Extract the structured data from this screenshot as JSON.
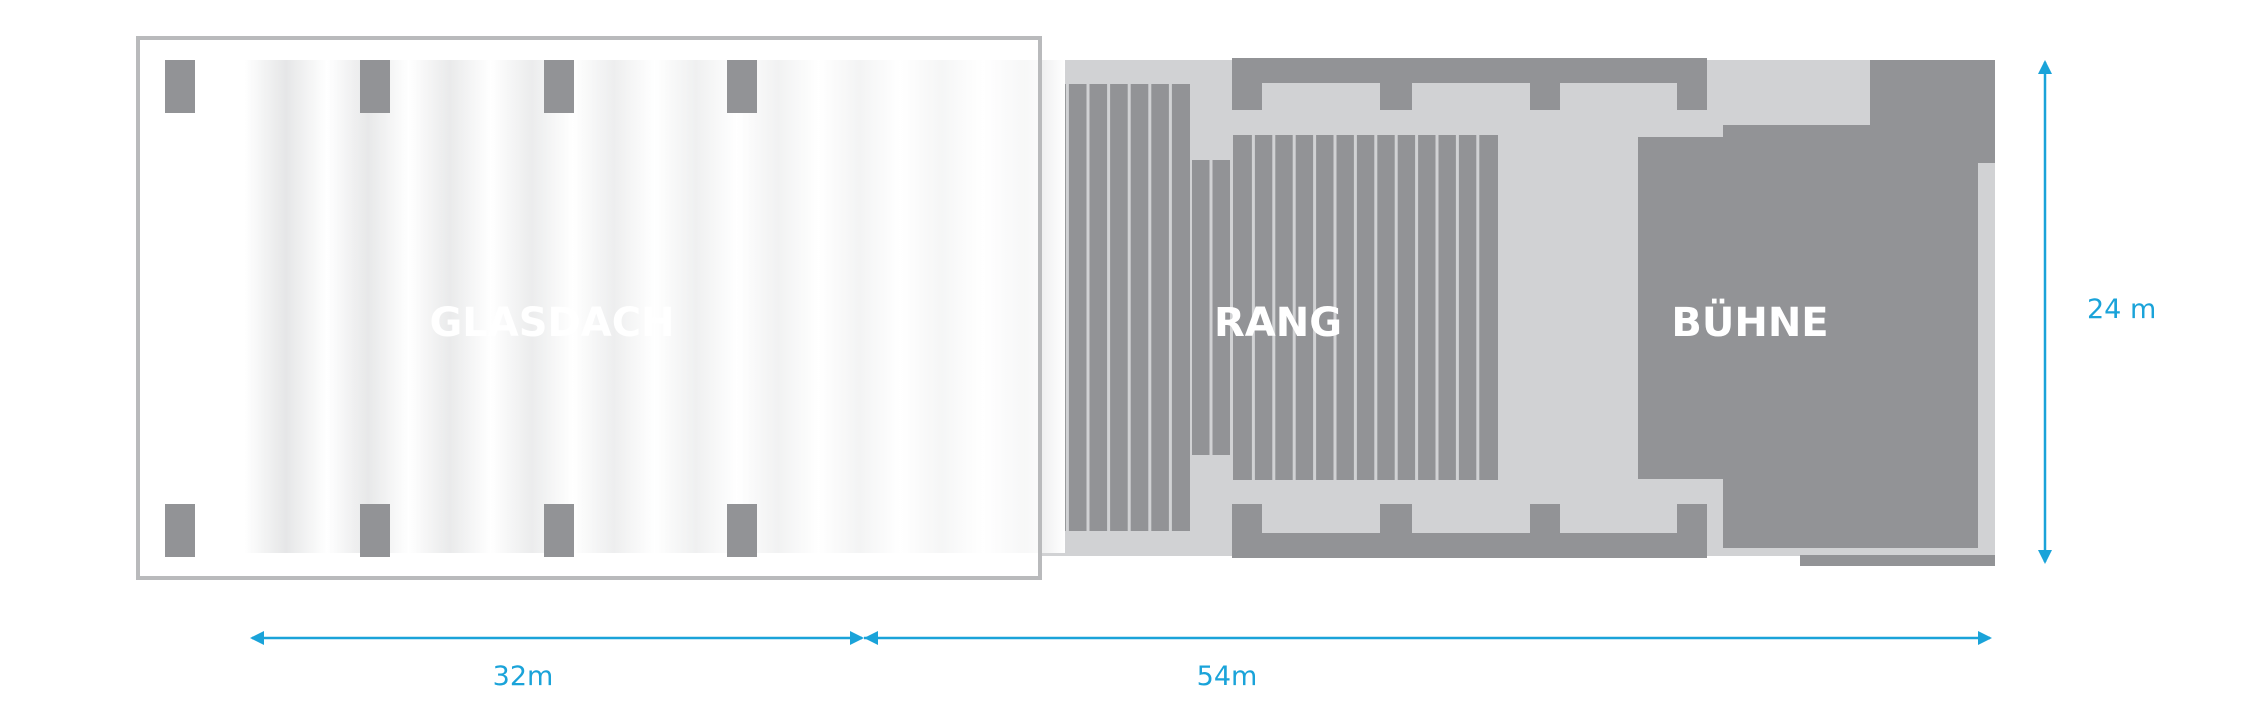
{
  "labels": {
    "glass_roof": "GLASDACH",
    "balcony": "RANG",
    "stage": "BÜHNE"
  },
  "dimensions": {
    "width_left": "32m",
    "width_right": "54m",
    "height": "24 m"
  },
  "colors": {
    "dark_gray": "#929396",
    "light_gray": "#d1d2d4",
    "dimension": "#1aa3d9",
    "outline": "#b9babc"
  }
}
